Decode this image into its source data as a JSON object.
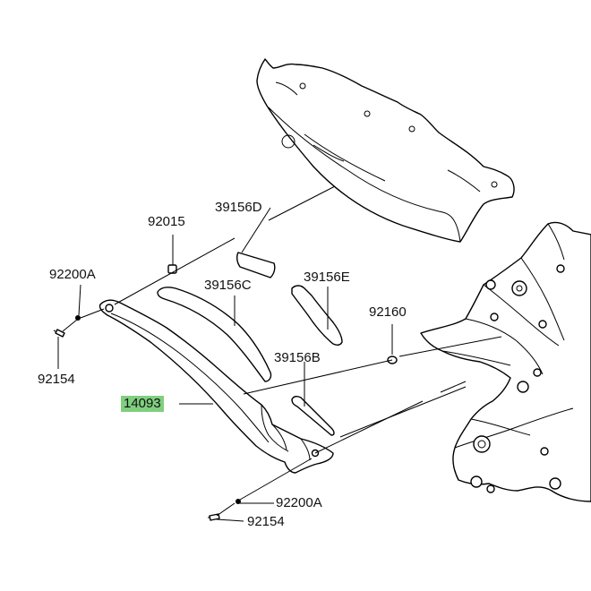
{
  "colors": {
    "highlight": "#7fcf7f",
    "line": "#000000",
    "background": "#ffffff"
  },
  "callouts": [
    {
      "id": "39156D",
      "text": "39156D"
    },
    {
      "id": "92015",
      "text": "92015"
    },
    {
      "id": "92200A-top",
      "text": "92200A"
    },
    {
      "id": "39156C",
      "text": "39156C"
    },
    {
      "id": "39156E",
      "text": "39156E"
    },
    {
      "id": "92160",
      "text": "92160"
    },
    {
      "id": "39156B",
      "text": "39156B"
    },
    {
      "id": "92154-top",
      "text": "92154"
    },
    {
      "id": "14093",
      "text": "14093",
      "highlighted": true
    },
    {
      "id": "92200A-bottom",
      "text": "92200A"
    },
    {
      "id": "92154-bottom",
      "text": "92154"
    }
  ]
}
